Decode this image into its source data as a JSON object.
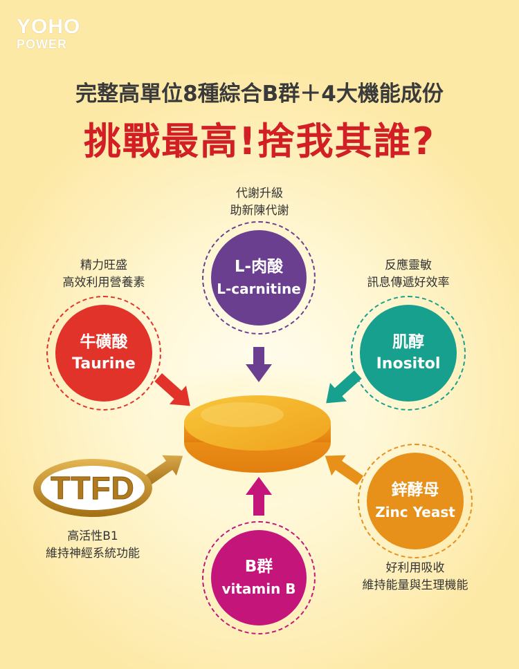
{
  "brand": {
    "logo_top": "YOHO",
    "logo_bottom": "POWER"
  },
  "headline": "完整高單位8種綜合B群＋4大機能成份",
  "title": "挑戰最高!捨我其誰?",
  "colors": {
    "title_red": "#d21f26",
    "carnitine_purple": "#6b3f8f",
    "taurine_red": "#e2332b",
    "inositol_teal": "#18a08e",
    "zinc_orange": "#e7911b",
    "vitaminb_magenta": "#c4157a",
    "ttfd_gold": "#b07a1e",
    "tablet_yellow": "#f3b024"
  },
  "ingredients": {
    "carnitine": {
      "zh": "L-肉酸",
      "en": "L-carnitine",
      "caption": [
        "代謝升級",
        "助新陳代謝"
      ]
    },
    "taurine": {
      "zh": "牛磺酸",
      "en": "Taurine",
      "caption": [
        "精力旺盛",
        "高效利用營養素"
      ]
    },
    "inositol": {
      "zh": "肌醇",
      "en": "Inositol",
      "caption": [
        "反應靈敏",
        "訊息傳遞好效率"
      ]
    },
    "ttfd": {
      "logo_text": "TTFD",
      "caption": [
        "高活性B1",
        "維持神經系統功能"
      ]
    },
    "zinc": {
      "zh": "鋅酵母",
      "en": "Zinc Yeast",
      "caption": [
        "好利用吸收",
        "維持能量與生理機能"
      ]
    },
    "vitaminb": {
      "zh": "B群",
      "en": "vitamin B"
    }
  },
  "icons": {
    "tablet": "tablet-icon",
    "arrow": "arrow-icon"
  }
}
